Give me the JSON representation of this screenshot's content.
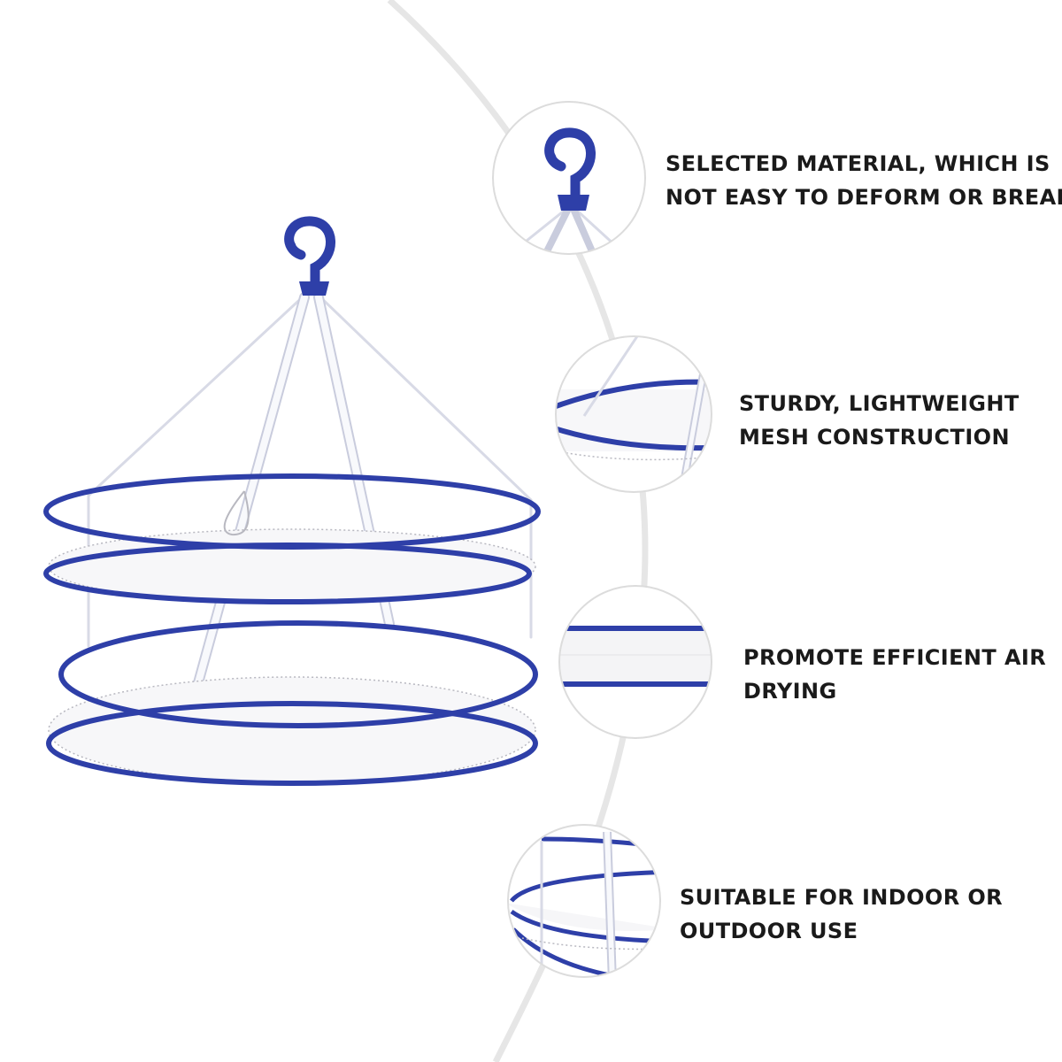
{
  "colors": {
    "accent_blue": "#2E3FA8",
    "string_white": "#F4F5FA",
    "mesh_grey": "#9A9A9A",
    "arc_grey": "#E6E6E6",
    "circle_border": "#DCDCDC",
    "text": "#1A1A1A",
    "background": "#FFFFFF"
  },
  "product": {
    "name_icon": "hanging-mesh-drying-rack",
    "hook_icon": "hook-icon"
  },
  "features": [
    {
      "icon": "hook-closeup-icon",
      "lines": [
        "SELECTED MATERIAL, WHICH IS",
        "NOT EASY TO DEFORM OR BREAK"
      ]
    },
    {
      "icon": "ring-closeup-icon",
      "lines": [
        "STURDY, LIGHTWEIGHT",
        "MESH CONSTRUCTION"
      ]
    },
    {
      "icon": "mesh-closeup-icon",
      "lines": [
        "PROMOTE EFFICIENT AIR",
        "DRYING"
      ]
    },
    {
      "icon": "layers-closeup-icon",
      "lines": [
        "SUITABLE FOR INDOOR OR",
        "OUTDOOR USE"
      ]
    }
  ]
}
